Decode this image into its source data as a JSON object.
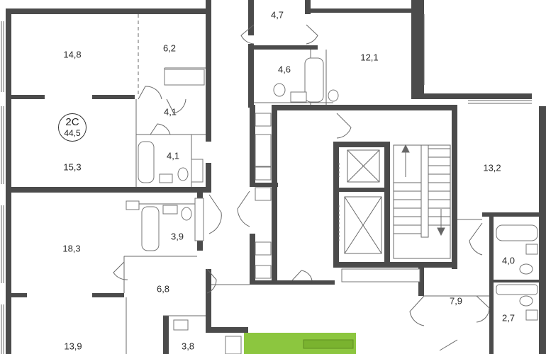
{
  "apartment": {
    "code": "2C",
    "area": "44,5"
  },
  "rooms": [
    {
      "id": "r1",
      "label": "14,8"
    },
    {
      "id": "r2",
      "label": "6,2"
    },
    {
      "id": "r3",
      "label": "4,1"
    },
    {
      "id": "r4",
      "label": "4,1"
    },
    {
      "id": "r5",
      "label": "15,3"
    },
    {
      "id": "r6",
      "label": "3,9"
    },
    {
      "id": "r7",
      "label": "18,3"
    },
    {
      "id": "r8",
      "label": "6,8"
    },
    {
      "id": "r9",
      "label": "13,9"
    },
    {
      "id": "r10",
      "label": "3,8"
    },
    {
      "id": "r11",
      "label": "4,7"
    },
    {
      "id": "r12",
      "label": "4,6"
    },
    {
      "id": "r13",
      "label": "12,1"
    },
    {
      "id": "r14",
      "label": "13,2"
    },
    {
      "id": "r15",
      "label": "4,0"
    },
    {
      "id": "r16",
      "label": "7,9"
    },
    {
      "id": "r17",
      "label": "2,7"
    }
  ],
  "colors": {
    "wall": "#4b4b4b",
    "highlight": "#8cc63f"
  }
}
